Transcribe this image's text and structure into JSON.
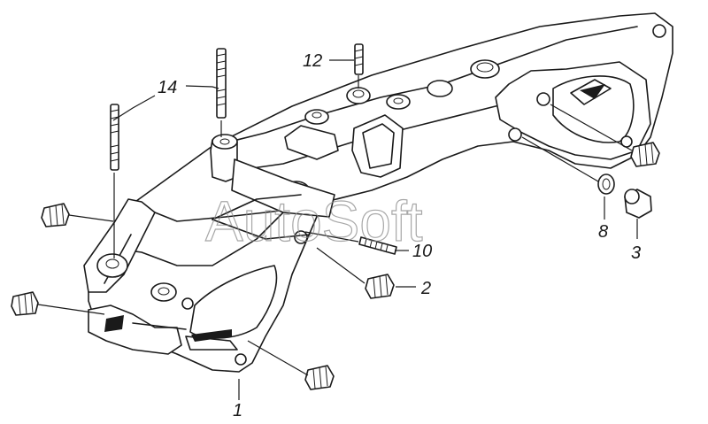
{
  "watermark": "AutoSoft",
  "callouts": {
    "c1": "1",
    "c2": "2",
    "c3": "3",
    "c8": "8",
    "c10": "10",
    "c12": "12",
    "c14": "14"
  }
}
